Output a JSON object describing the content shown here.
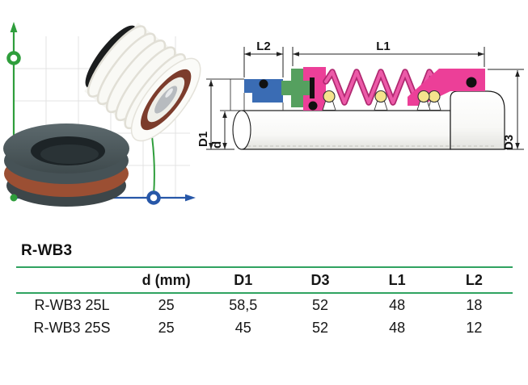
{
  "table": {
    "title": "R-WB3",
    "columns": [
      "",
      "d (mm)",
      "D1",
      "D3",
      "L1",
      "L2"
    ],
    "rows": [
      [
        "R-WB3 25L",
        "25",
        "58,5",
        "52",
        "48",
        "18"
      ],
      [
        "R-WB3 25S",
        "25",
        "45",
        "52",
        "48",
        "12"
      ]
    ],
    "accent_line_color": "#2fa360"
  },
  "diagram": {
    "labels": {
      "l2": "L2",
      "l1": "L1",
      "d1": "D1",
      "d": "d",
      "d3": "D3"
    },
    "colors": {
      "seat_blue": "#3a6cb4",
      "face_green": "#55a05f",
      "retainer_magenta": "#ec3f98",
      "spring_magenta": "#d62d87",
      "ball_yellow": "#f5e38d",
      "outline_black": "#1a1a1a"
    }
  },
  "photo": {
    "colors": {
      "axis_green": "#2f9e3c",
      "axis_blue": "#2757a8",
      "oring_red": "#9b4f33",
      "seat_ring_gray": "#4e5a5e",
      "bellows_white": "#f6f6f2"
    }
  }
}
